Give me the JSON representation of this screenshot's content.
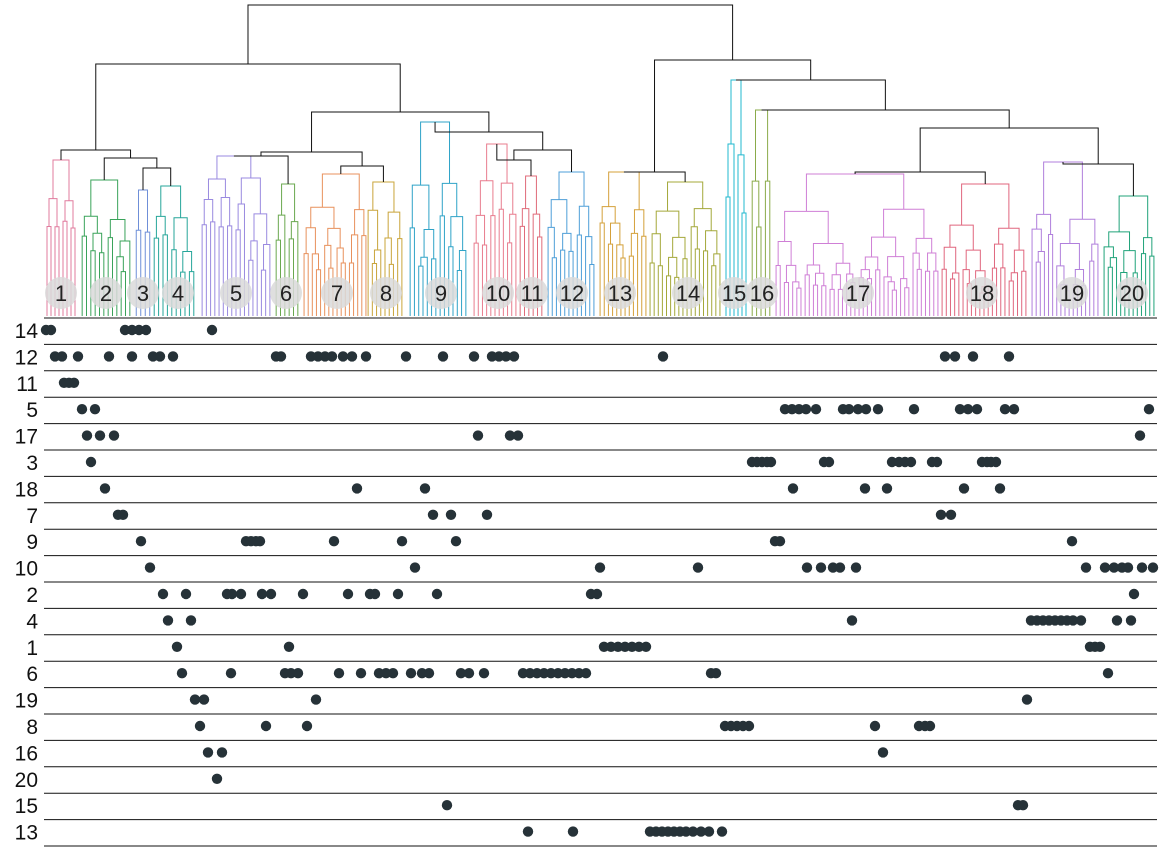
{
  "chart_data": {
    "type": "dendrogram-with-dot-matrix",
    "title": "",
    "xlabel": "",
    "ylabel": "",
    "legend": "none",
    "grid": "horizontal row separators",
    "clusters": [
      {
        "label": "1",
        "color": "#e07b9e"
      },
      {
        "label": "2",
        "color": "#3aa35a"
      },
      {
        "label": "3",
        "color": "#6f8fd8"
      },
      {
        "label": "4",
        "color": "#26a69a"
      },
      {
        "label": "5",
        "color": "#9a8ae0"
      },
      {
        "label": "6",
        "color": "#6aa84f"
      },
      {
        "label": "7",
        "color": "#e8915c"
      },
      {
        "label": "8",
        "color": "#c9a43a"
      },
      {
        "label": "9",
        "color": "#2fa3c7"
      },
      {
        "label": "10",
        "color": "#e87c8e"
      },
      {
        "label": "11",
        "color": "#e06b7a"
      },
      {
        "label": "12",
        "color": "#4e9fd8"
      },
      {
        "label": "13",
        "color": "#d4a03a"
      },
      {
        "label": "14",
        "color": "#a4a83a"
      },
      {
        "label": "15",
        "color": "#22b8cf"
      },
      {
        "label": "16",
        "color": "#8aab4a"
      },
      {
        "label": "17",
        "color": "#cf7fd6"
      },
      {
        "label": "18",
        "color": "#e0667e"
      },
      {
        "label": "19",
        "color": "#b07fdc"
      },
      {
        "label": "20",
        "color": "#20a37a"
      }
    ],
    "row_labels": [
      "14",
      "12",
      "11",
      "5",
      "17",
      "3",
      "18",
      "7",
      "9",
      "10",
      "2",
      "4",
      "1",
      "6",
      "19",
      "8",
      "16",
      "20",
      "15",
      "13"
    ],
    "dot_color": "#263238",
    "rows": [
      {
        "label": "14",
        "x": [
          46,
          51,
          125,
          132,
          139,
          146,
          212
        ]
      },
      {
        "label": "12",
        "x": [
          55,
          62,
          78,
          109,
          132,
          153,
          160,
          173,
          276,
          281,
          311,
          318,
          325,
          332,
          343,
          352,
          366,
          406,
          443,
          474,
          492,
          499,
          506,
          514,
          663,
          945,
          955,
          973,
          1009
        ]
      },
      {
        "label": "11",
        "x": [
          64,
          69,
          74
        ]
      },
      {
        "label": "5",
        "x": [
          82,
          95,
          785,
          792,
          799,
          806,
          816,
          843,
          849,
          858,
          866,
          878,
          914,
          960,
          968,
          977,
          1005,
          1014,
          1149
        ]
      },
      {
        "label": "17",
        "x": [
          87,
          100,
          114,
          478,
          510,
          518,
          1140
        ]
      },
      {
        "label": "3",
        "x": [
          91,
          752,
          757,
          762,
          767,
          771,
          824,
          829,
          892,
          899,
          905,
          911,
          932,
          937,
          982,
          987,
          991,
          996
        ]
      },
      {
        "label": "18",
        "x": [
          105,
          357,
          425,
          793,
          865,
          887,
          964,
          1000
        ]
      },
      {
        "label": "7",
        "x": [
          118,
          123,
          433,
          451,
          487,
          941,
          951
        ]
      },
      {
        "label": "9",
        "x": [
          141,
          246,
          251,
          256,
          260,
          334,
          402,
          456,
          775,
          780,
          1072
        ]
      },
      {
        "label": "10",
        "x": [
          150,
          415,
          600,
          698,
          807,
          821,
          833,
          840,
          856,
          1086,
          1105,
          1114,
          1122,
          1128,
          1142,
          1153
        ]
      },
      {
        "label": "2",
        "x": [
          163,
          186,
          227,
          232,
          241,
          262,
          271,
          303,
          348,
          370,
          375,
          398,
          437,
          591,
          597,
          1134
        ]
      },
      {
        "label": "4",
        "x": [
          168,
          191,
          852,
          1031,
          1037,
          1043,
          1049,
          1055,
          1061,
          1067,
          1073,
          1081,
          1117,
          1131
        ]
      },
      {
        "label": "1",
        "x": [
          177,
          289,
          604,
          611,
          618,
          625,
          632,
          639,
          646,
          1090,
          1095,
          1100
        ]
      },
      {
        "label": "6",
        "x": [
          182,
          231,
          285,
          291,
          298,
          339,
          361,
          379,
          386,
          393,
          411,
          422,
          429,
          461,
          469,
          484,
          523,
          530,
          537,
          544,
          551,
          558,
          565,
          572,
          579,
          586,
          711,
          716,
          1108
        ]
      },
      {
        "label": "19",
        "x": [
          195,
          204,
          316,
          1027
        ]
      },
      {
        "label": "8",
        "x": [
          200,
          266,
          307,
          725,
          731,
          737,
          743,
          749,
          875,
          919,
          925,
          930
        ]
      },
      {
        "label": "16",
        "x": [
          208,
          222,
          883
        ]
      },
      {
        "label": "20",
        "x": [
          217
        ]
      },
      {
        "label": "15",
        "x": [
          447,
          1018,
          1023
        ]
      },
      {
        "label": "13",
        "x": [
          528,
          573,
          650,
          656,
          662,
          668,
          674,
          680,
          686,
          693,
          701,
          709,
          722
        ]
      }
    ]
  }
}
